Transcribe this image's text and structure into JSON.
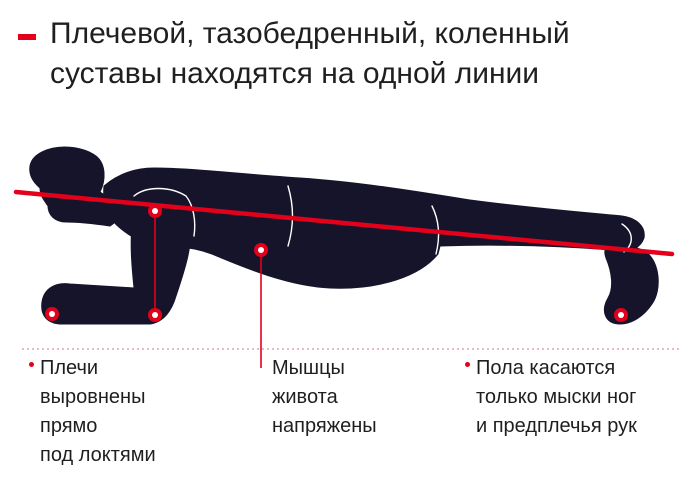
{
  "header": {
    "title_lines": [
      "Плечевой, тазобедренный, коленный",
      "суставы находятся на одной линии"
    ]
  },
  "captions": {
    "shoulders": [
      "Плечи",
      "выровнены",
      "прямо",
      "под локтями"
    ],
    "abs": [
      "Мышцы",
      "живота",
      "напряжены"
    ],
    "contact": [
      "Пола касаются",
      "только мыски ног",
      "и предплечья рук"
    ]
  },
  "colors": {
    "accent": "#e3001b",
    "silhouette": "#16142a",
    "text": "#1f1f1f",
    "dotted_rule": "#d9a6ae"
  },
  "icons": {
    "header_marker": "red-dash",
    "joint_marker": "red-ring-dot"
  }
}
